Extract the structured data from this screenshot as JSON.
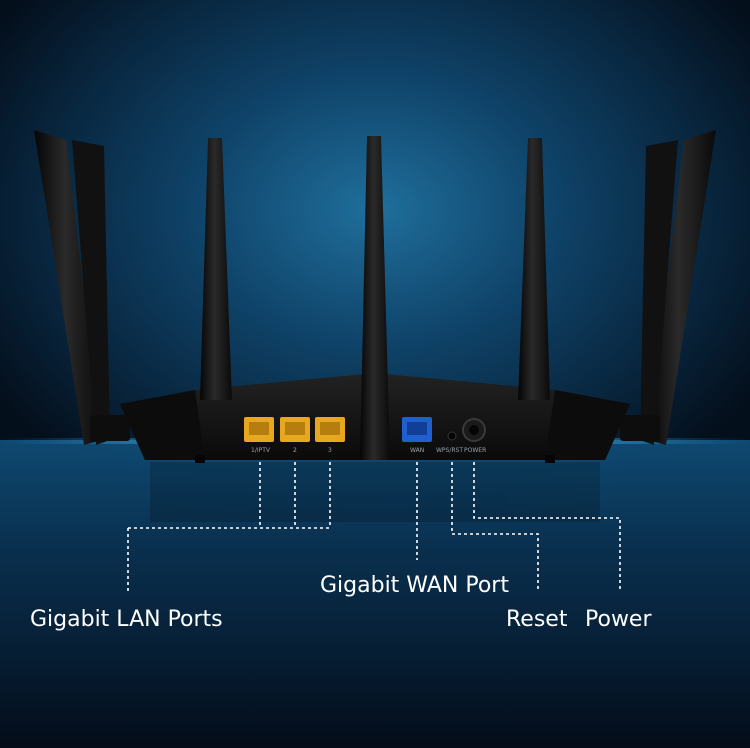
{
  "callouts": {
    "lan": "Gigabit LAN Ports",
    "wan": "Gigabit WAN Port",
    "reset": "Reset",
    "power": "Power"
  },
  "port_labels": {
    "lan1": "1/IPTV",
    "lan2": "2",
    "lan3": "3",
    "wan": "WAN",
    "reset": "WPS/RST",
    "power": "POWER"
  },
  "colors": {
    "lan_port": "#e6a81f",
    "wan_port": "#1f5fd0",
    "router_body": "#141414",
    "callout_line": "#ffffff"
  }
}
